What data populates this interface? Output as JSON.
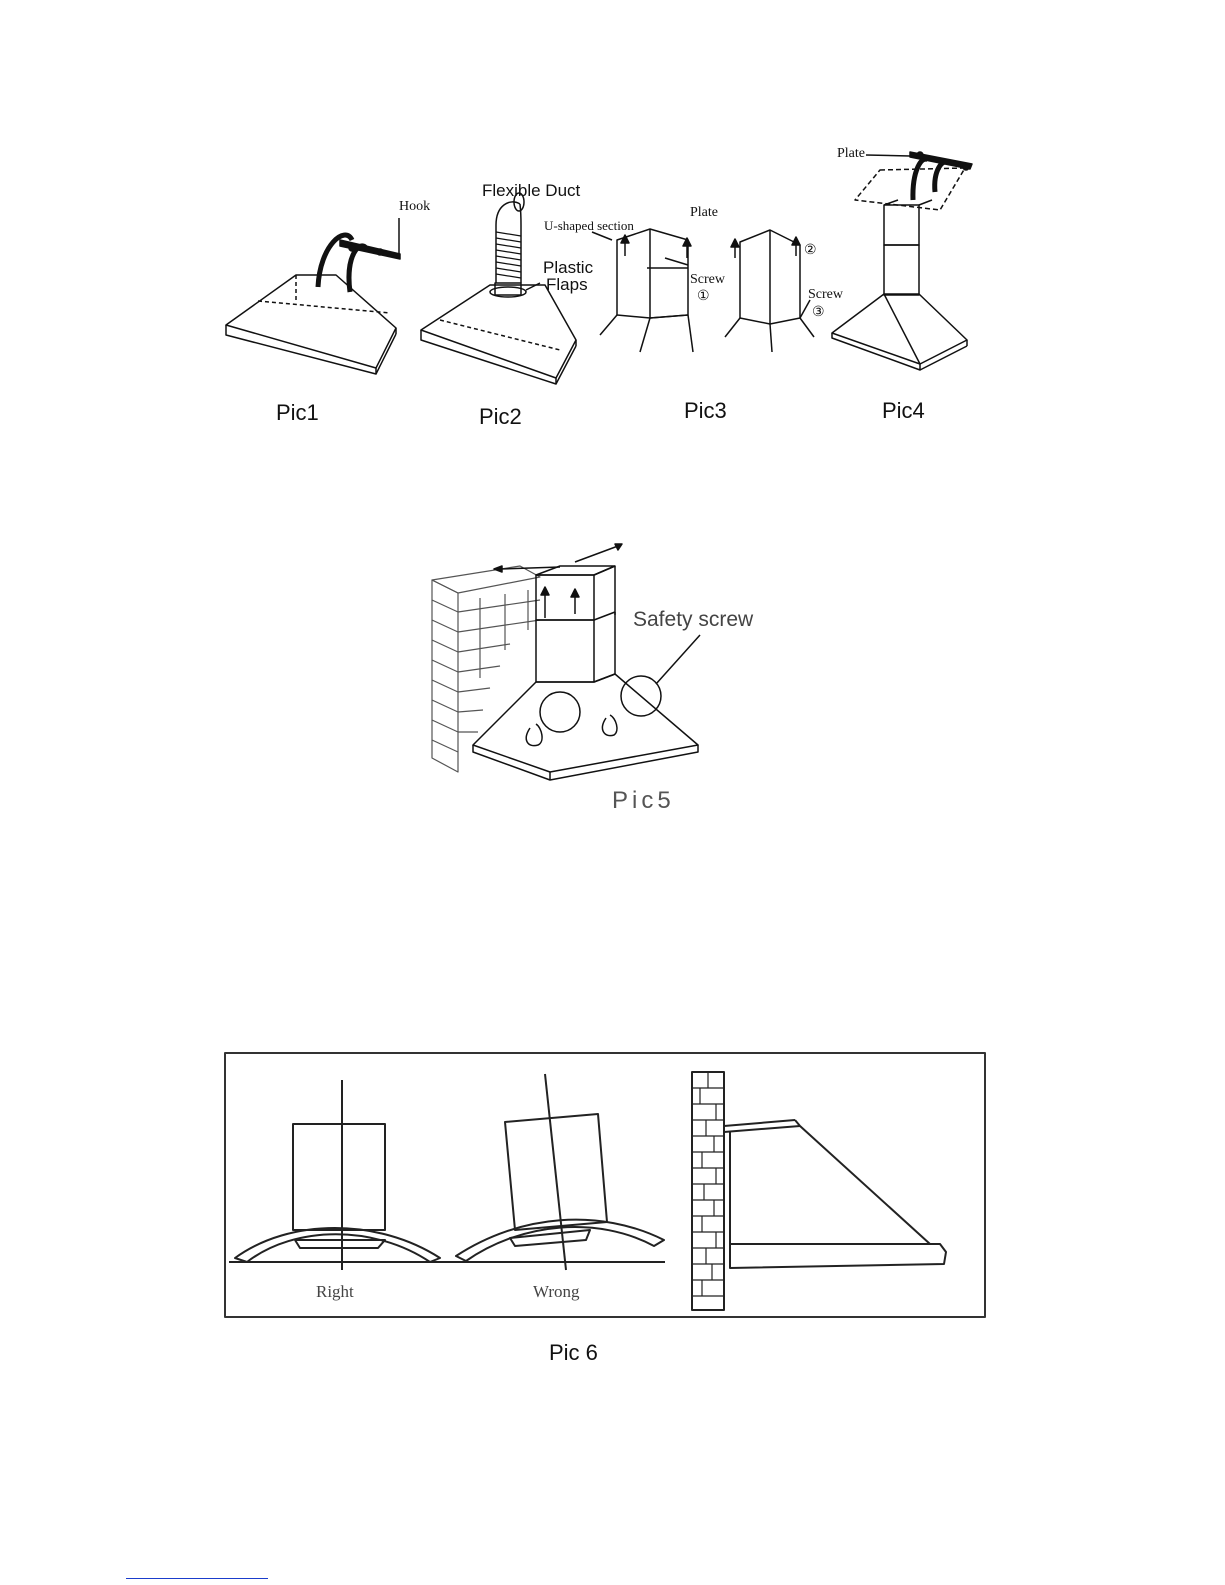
{
  "figures": {
    "pic1": {
      "caption": "Pic1",
      "hook_label": "Hook"
    },
    "pic2": {
      "caption": "Pic2",
      "duct_label": "Flexible Duct",
      "flaps_label_1": "Plastic",
      "flaps_label_2": "Flaps"
    },
    "pic3": {
      "caption": "Pic3",
      "u_section_label": "U-shaped section",
      "plate_label": "Plate",
      "screw1_label": "Screw",
      "screw1_num": "①",
      "step2_num": "②",
      "screw3_label": "Screw",
      "screw3_num": "③"
    },
    "pic4": {
      "caption": "Pic4",
      "plate_label": "Plate"
    },
    "pic5": {
      "caption": "Pic5",
      "safety_label": "Safety screw"
    },
    "pic6": {
      "caption": "Pic 6",
      "right_label": "Right",
      "wrong_label": "Wrong"
    }
  },
  "colors": {
    "ink": "#111111",
    "frame": "#222222",
    "footer_link": "#1a3ccc"
  }
}
